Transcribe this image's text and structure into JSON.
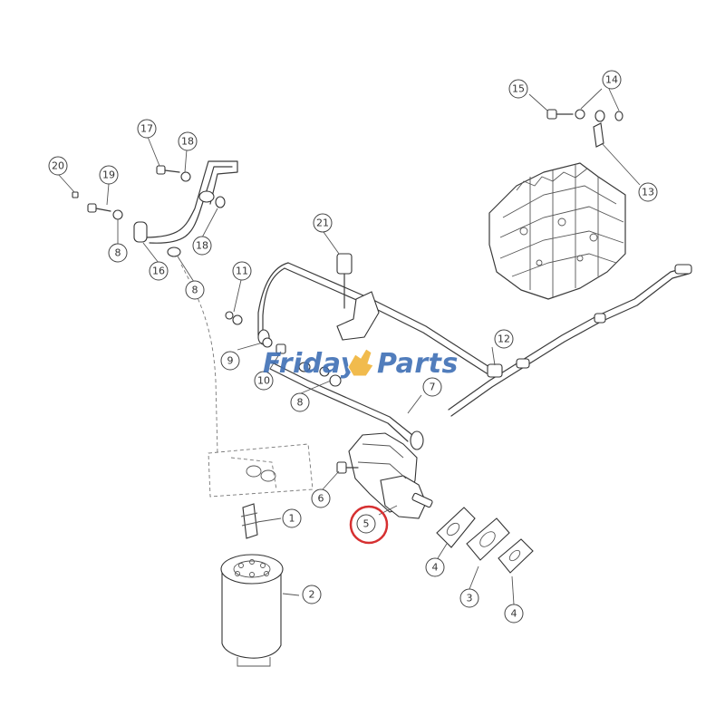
{
  "watermark": {
    "text_left": "Friday",
    "text_right": "Parts",
    "color": "#3f6fb5",
    "icon": "fist-icon",
    "icon_color": "#f0b43a"
  },
  "highlight_color": "#d63031",
  "callouts": [
    {
      "id": "c20",
      "label": "20"
    },
    {
      "id": "c19",
      "label": "19"
    },
    {
      "id": "c17",
      "label": "17"
    },
    {
      "id": "c18a",
      "label": "18"
    },
    {
      "id": "c8a",
      "label": "8"
    },
    {
      "id": "c16",
      "label": "16"
    },
    {
      "id": "c18b",
      "label": "18"
    },
    {
      "id": "c8b",
      "label": "8"
    },
    {
      "id": "c15",
      "label": "15"
    },
    {
      "id": "c14",
      "label": "14"
    },
    {
      "id": "c13",
      "label": "13"
    },
    {
      "id": "c21",
      "label": "21"
    },
    {
      "id": "c11",
      "label": "11"
    },
    {
      "id": "c9",
      "label": "9"
    },
    {
      "id": "c10",
      "label": "10"
    },
    {
      "id": "c8c",
      "label": "8"
    },
    {
      "id": "c12",
      "label": "12"
    },
    {
      "id": "c7",
      "label": "7"
    },
    {
      "id": "c6",
      "label": "6"
    },
    {
      "id": "c1",
      "label": "1"
    },
    {
      "id": "c5",
      "label": "5"
    },
    {
      "id": "c2",
      "label": "2"
    },
    {
      "id": "c4a",
      "label": "4"
    },
    {
      "id": "c3",
      "label": "3"
    },
    {
      "id": "c4b",
      "label": "4"
    }
  ]
}
